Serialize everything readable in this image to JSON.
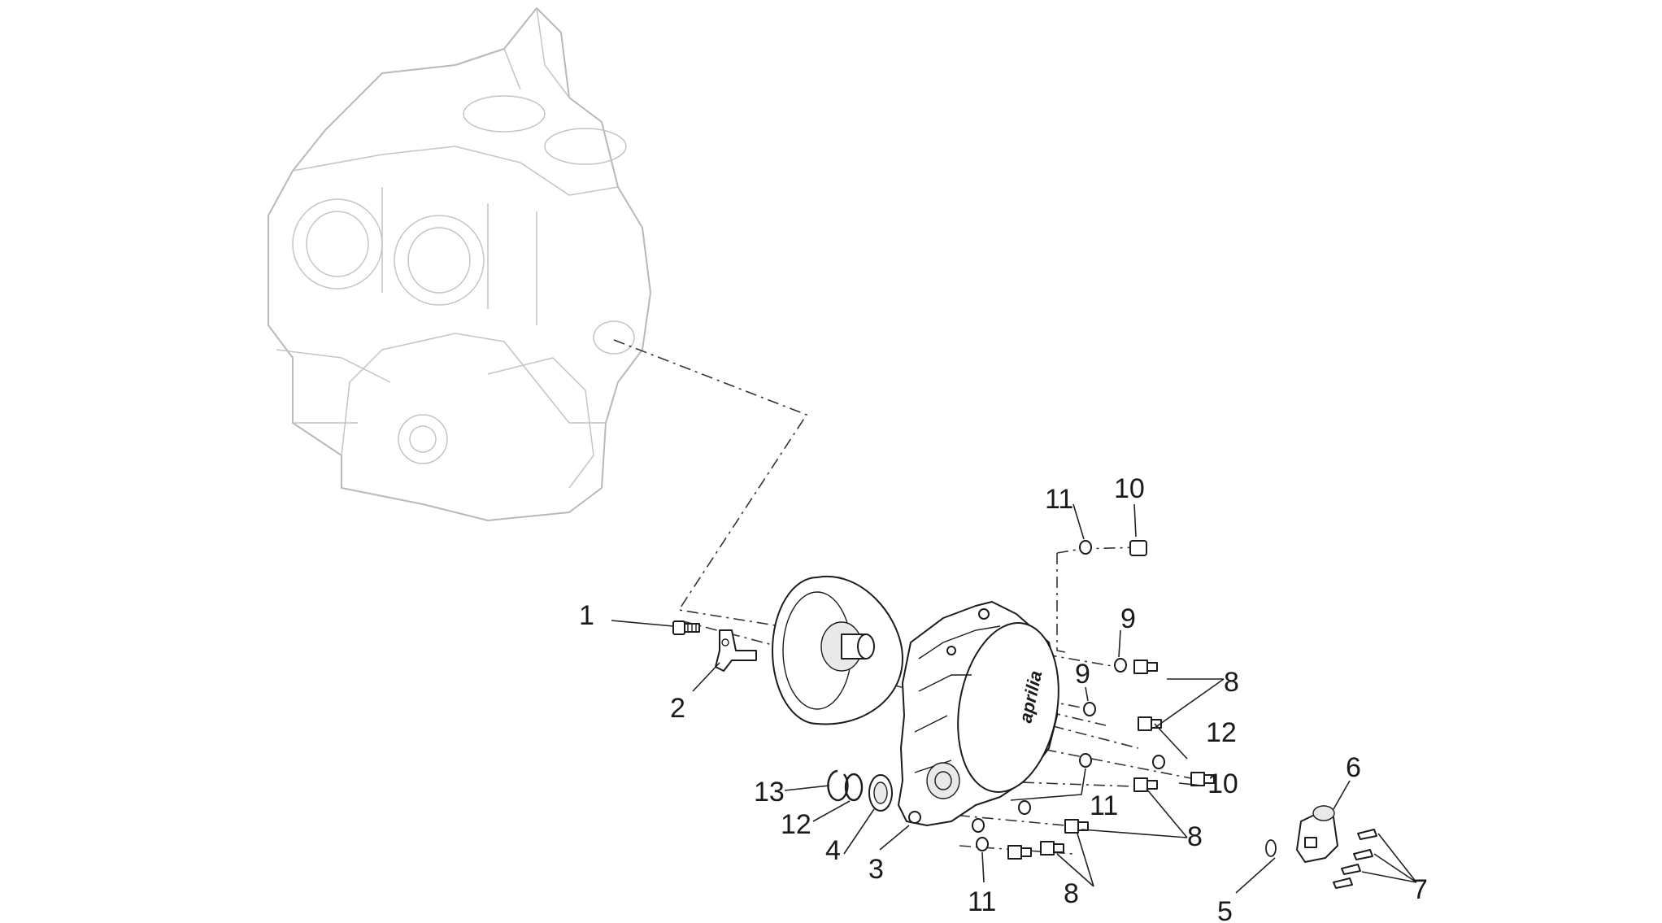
{
  "callouts": {
    "c1": "1",
    "c2": "2",
    "c3": "3",
    "c4": "4",
    "c5": "5",
    "c6": "6",
    "c7": "7",
    "c8a": "8",
    "c8b": "8",
    "c8c": "8",
    "c9a": "9",
    "c9b": "9",
    "c10a": "10",
    "c10b": "10",
    "c11a": "11",
    "c11b": "11",
    "c11c": "11",
    "c12a": "12",
    "c12b": "12",
    "c13": "13"
  },
  "logo": {
    "text": "aprilia"
  }
}
